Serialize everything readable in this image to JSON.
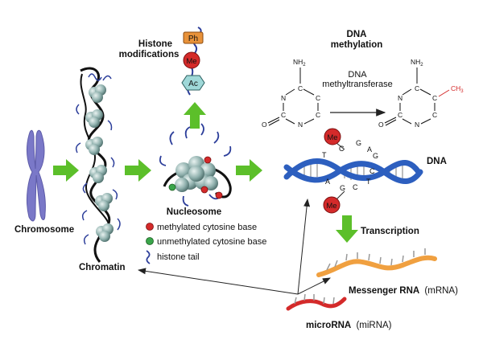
{
  "labels": {
    "chromosome": "Chromosome",
    "chromatin": "Chromatin",
    "nucleosome": "Nucleosome",
    "histone_mod_line1": "Histone",
    "histone_mod_line2": "modifications",
    "ph": "Ph",
    "me": "Me",
    "ac": "Ac",
    "dna_meth_line1": "DNA",
    "dna_meth_line2": "methylation",
    "enzyme_line1": "DNA",
    "enzyme_line2": "methyltransferase",
    "nh2": "NH",
    "nh2_sub": "2",
    "ring_c": "C",
    "ring_n": "N",
    "ring_o": "O",
    "ch3": "CH",
    "ch3_sub": "3",
    "dna": "DNA",
    "transcription": "Transcription",
    "mrna_bold": "Messenger RNA",
    "mrna_paren": "(mRNA)",
    "mirna_bold": "microRNA",
    "mirna_paren": "(miRNA)",
    "bases_top": [
      "T",
      "C",
      "G",
      "A",
      "G"
    ],
    "bases_bottom": [
      "A",
      "G",
      "C",
      "T",
      "C"
    ]
  },
  "legend": [
    {
      "label": "methylated cytosine base",
      "color": "#d42a2a",
      "icon": "red-circle"
    },
    {
      "label": "unmethylated cytosine base",
      "color": "#3aa54a",
      "icon": "green-circle"
    },
    {
      "label": "histone tail",
      "color": "#2c3e9a",
      "icon": "squiggle-line"
    }
  ],
  "colors": {
    "chromosome": "#7a78c8",
    "arrow_green": "#5cbf2a",
    "dna_blue": "#2d5fbf",
    "me_red": "#d42a2a",
    "ph_orange": "#e8923a",
    "ac_teal": "#9fd8d8",
    "mrna_orange": "#f0a040",
    "mirna_red": "#d42a2a",
    "histone_tail": "#2c3e9a",
    "ch3_red": "#d42a2a"
  }
}
